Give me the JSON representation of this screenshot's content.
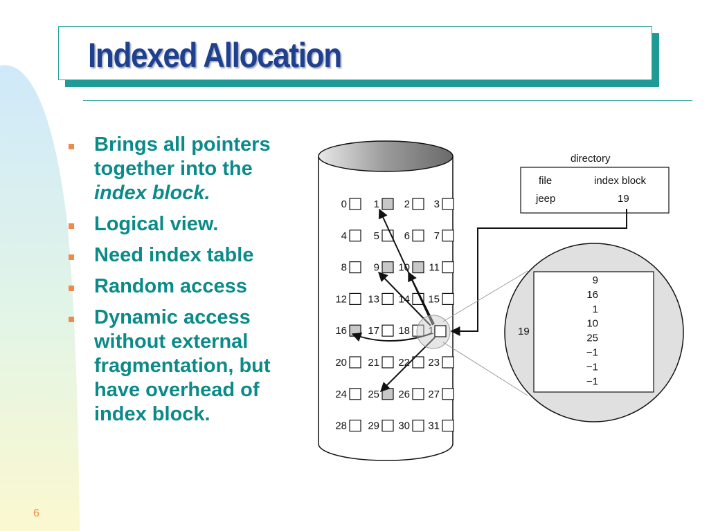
{
  "slide": {
    "title": "Indexed Allocation",
    "page_number": "6",
    "bullets": [
      {
        "parts": [
          {
            "text": "Brings all pointers together into the "
          },
          {
            "text": "index block.",
            "italic": true
          }
        ]
      },
      {
        "parts": [
          {
            "text": "Logical view."
          }
        ]
      },
      {
        "parts": [
          {
            "text": "Need index table"
          }
        ]
      },
      {
        "parts": [
          {
            "text": "Random access"
          }
        ]
      },
      {
        "parts": [
          {
            "text": "Dynamic access without external fragmentation, but have overhead of index block."
          }
        ]
      }
    ]
  },
  "diagram": {
    "blocks": [
      "0",
      "1",
      "2",
      "3",
      "4",
      "5",
      "6",
      "7",
      "8",
      "9",
      "10",
      "11",
      "12",
      "13",
      "14",
      "15",
      "16",
      "17",
      "18",
      "19",
      "20",
      "21",
      "22",
      "23",
      "24",
      "25",
      "26",
      "27",
      "28",
      "29",
      "30",
      "31"
    ],
    "shaded_blocks": [
      "1",
      "9",
      "10",
      "16",
      "25"
    ],
    "index_block": "19",
    "directory": {
      "label": "directory",
      "headers": [
        "file",
        "index block"
      ],
      "row": [
        "jeep",
        "19"
      ]
    },
    "zoom": {
      "label": "19",
      "entries": [
        "9",
        "16",
        "1",
        "10",
        "25",
        "−1",
        "−1",
        "−1"
      ]
    }
  },
  "colors": {
    "title": "#1f3f8f",
    "bullet_text": "#0b8a8a",
    "bullet_marker": "#f08a4b",
    "accent": "#1e9b96",
    "shaded_block": "#c8c8c8"
  }
}
